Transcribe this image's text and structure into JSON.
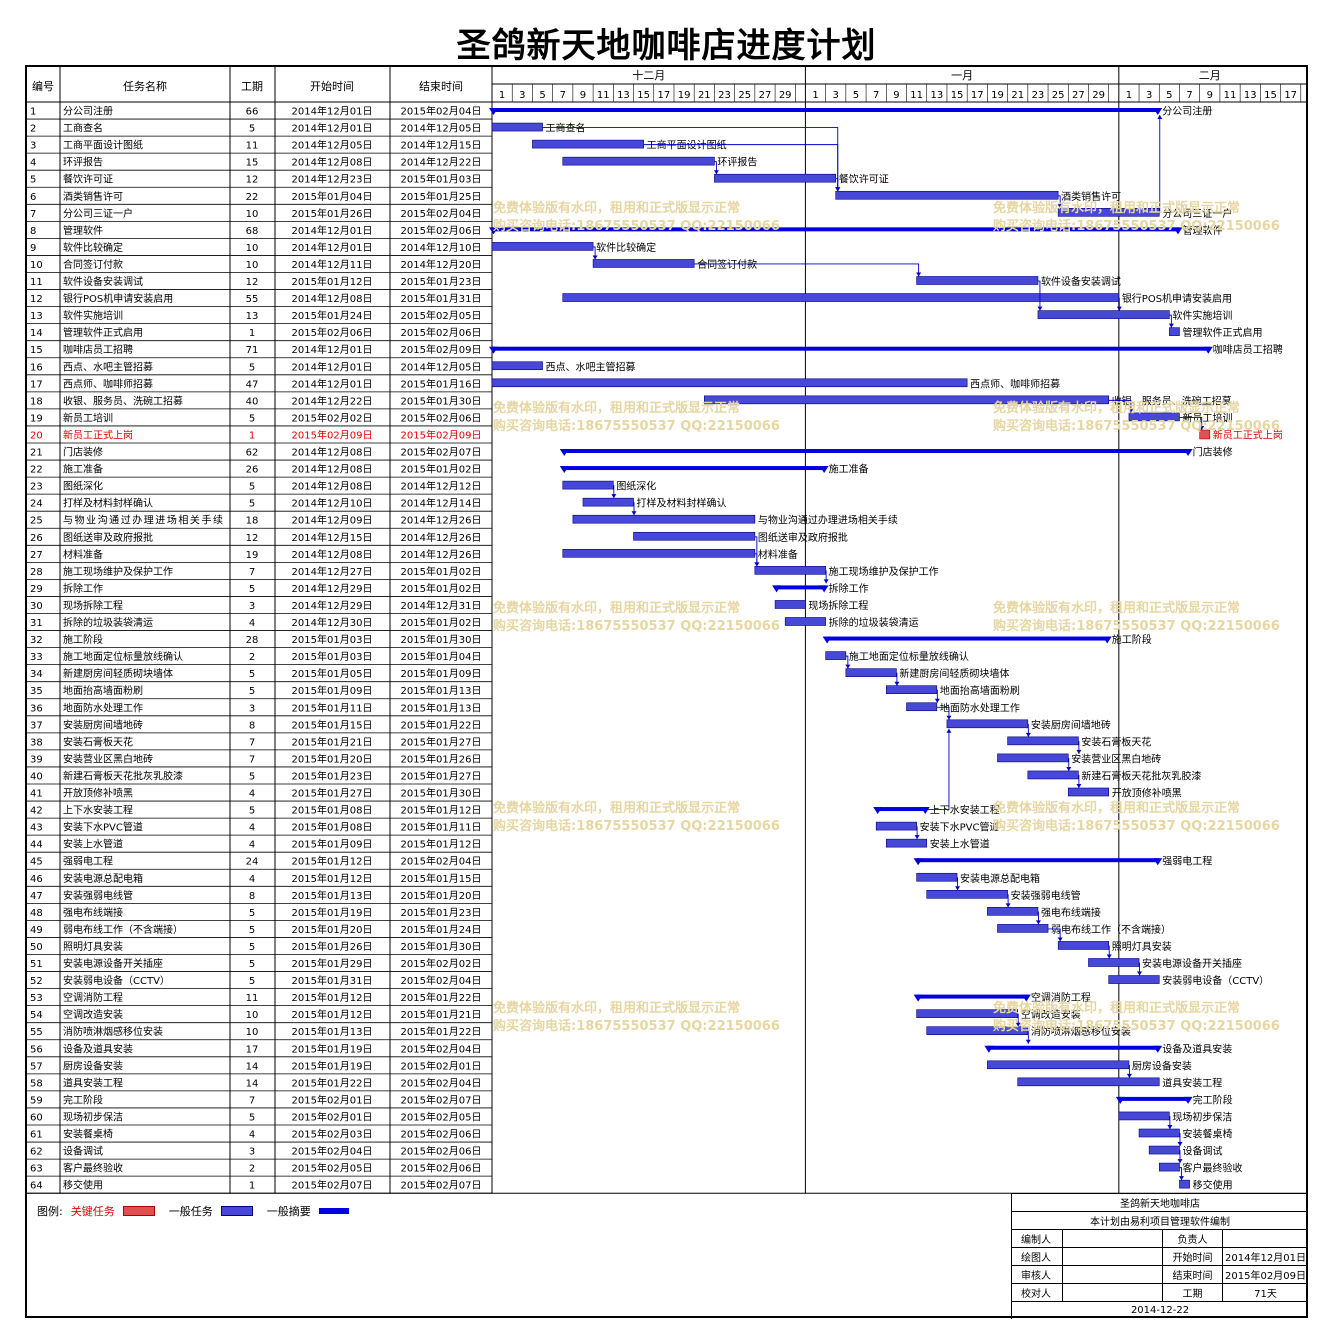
{
  "title": "圣鸽新天地咖啡店进度计划",
  "columns": {
    "id": "编号",
    "name": "任务名称",
    "duration": "工期",
    "start": "开始时间",
    "end": "结束时间"
  },
  "months": [
    "十二月",
    "一月",
    "二月"
  ],
  "day_ticks": {
    "dec": [
      "1",
      "3",
      "5",
      "7",
      "9",
      "11",
      "13",
      "15",
      "17",
      "19",
      "21",
      "23",
      "25",
      "27",
      "29"
    ],
    "jan": [
      "1",
      "3",
      "5",
      "7",
      "9",
      "11",
      "13",
      "15",
      "17",
      "19",
      "21",
      "23",
      "25",
      "27",
      "29"
    ],
    "feb": [
      "1",
      "3",
      "5",
      "7",
      "9",
      "11",
      "13",
      "15",
      "17"
    ]
  },
  "watermark": {
    "line1": "免费体验版有水印，租用和正式版显示正常",
    "line2": "购买咨询电话:18675550537 QQ:22150066"
  },
  "legend": {
    "label": "图例:",
    "critical": "关键任务",
    "normal": "一般任务",
    "summary": "一般摘要"
  },
  "info": {
    "project": "圣鸽新天地咖啡店",
    "software": "本计划由易利项目管理软件编制",
    "editor_label": "编制人",
    "responsible_label": "负责人",
    "drawer_label": "绘图人",
    "start_label": "开始时间",
    "start": "2014年12月01日",
    "reviewer_label": "审核人",
    "end_label": "结束时间",
    "end": "2015年02月09日",
    "checker_label": "校对人",
    "duration_label": "工期",
    "duration": "71天",
    "date": "2014-12-22"
  },
  "colors": {
    "bar": "#4848d8",
    "summary": "#0000e0",
    "critical": "#e05050",
    "link": "#0000c8",
    "critical_text": "#e00000"
  },
  "chart_data": {
    "type": "gantt",
    "x_range": [
      "2014-12-01",
      "2015-02-17"
    ],
    "tasks": [
      {
        "id": "1",
        "name": "分公司注册",
        "duration": "66",
        "start": "2014年12月01日",
        "end": "2015年02月04日",
        "kind": "summary"
      },
      {
        "id": "2",
        "name": "工商查名",
        "duration": "5",
        "start": "2014年12月01日",
        "end": "2014年12月05日",
        "kind": "task"
      },
      {
        "id": "3",
        "name": "工商平面设计图纸",
        "duration": "11",
        "start": "2014年12月05日",
        "end": "2014年12月15日",
        "kind": "task"
      },
      {
        "id": "4",
        "name": "环评报告",
        "duration": "15",
        "start": "2014年12月08日",
        "end": "2014年12月22日",
        "kind": "task"
      },
      {
        "id": "5",
        "name": "餐饮许可证",
        "duration": "12",
        "start": "2014年12月23日",
        "end": "2015年01月03日",
        "kind": "task"
      },
      {
        "id": "6",
        "name": "酒类销售许可",
        "duration": "22",
        "start": "2015年01月04日",
        "end": "2015年01月25日",
        "kind": "task"
      },
      {
        "id": "7",
        "name": "分公司三证一户",
        "duration": "10",
        "start": "2015年01月26日",
        "end": "2015年02月04日",
        "kind": "task"
      },
      {
        "id": "8",
        "name": "管理软件",
        "duration": "68",
        "start": "2014年12月01日",
        "end": "2015年02月06日",
        "kind": "summary"
      },
      {
        "id": "9",
        "name": "软件比较确定",
        "duration": "10",
        "start": "2014年12月01日",
        "end": "2014年12月10日",
        "kind": "task"
      },
      {
        "id": "10",
        "name": "合同签订付款",
        "duration": "10",
        "start": "2014年12月11日",
        "end": "2014年12月20日",
        "kind": "task"
      },
      {
        "id": "11",
        "name": "软件设备安装调试",
        "duration": "12",
        "start": "2015年01月12日",
        "end": "2015年01月23日",
        "kind": "task"
      },
      {
        "id": "12",
        "name": "银行POS机申请安装启用",
        "duration": "55",
        "start": "2014年12月08日",
        "end": "2015年01月31日",
        "kind": "task"
      },
      {
        "id": "13",
        "name": "软件实施培训",
        "duration": "13",
        "start": "2015年01月24日",
        "end": "2015年02月05日",
        "kind": "task"
      },
      {
        "id": "14",
        "name": "管理软件正式启用",
        "duration": "1",
        "start": "2015年02月06日",
        "end": "2015年02月06日",
        "kind": "task"
      },
      {
        "id": "15",
        "name": "咖啡店员工招聘",
        "duration": "71",
        "start": "2014年12月01日",
        "end": "2015年02月09日",
        "kind": "summary"
      },
      {
        "id": "16",
        "name": "西点、水吧主管招募",
        "duration": "5",
        "start": "2014年12月01日",
        "end": "2014年12月05日",
        "kind": "task"
      },
      {
        "id": "17",
        "name": "西点师、咖啡师招募",
        "duration": "47",
        "start": "2014年12月01日",
        "end": "2015年01月16日",
        "kind": "task"
      },
      {
        "id": "18",
        "name": "收银、服务员、洗碗工招募",
        "duration": "40",
        "start": "2014年12月22日",
        "end": "2015年01月30日",
        "kind": "task"
      },
      {
        "id": "19",
        "name": "新员工培训",
        "duration": "5",
        "start": "2015年02月02日",
        "end": "2015年02月06日",
        "kind": "task"
      },
      {
        "id": "20",
        "name": "新员工正式上岗",
        "duration": "1",
        "start": "2015年02月09日",
        "end": "2015年02月09日",
        "kind": "critical"
      },
      {
        "id": "21",
        "name": "门店装修",
        "duration": "62",
        "start": "2014年12月08日",
        "end": "2015年02月07日",
        "kind": "summary"
      },
      {
        "id": "22",
        "name": "施工准备",
        "duration": "26",
        "start": "2014年12月08日",
        "end": "2015年01月02日",
        "kind": "summary"
      },
      {
        "id": "23",
        "name": "图纸深化",
        "duration": "5",
        "start": "2014年12月08日",
        "end": "2014年12月12日",
        "kind": "task"
      },
      {
        "id": "24",
        "name": "打样及材料封样确认",
        "duration": "5",
        "start": "2014年12月10日",
        "end": "2014年12月14日",
        "kind": "task"
      },
      {
        "id": "25",
        "name": "与物业沟通过办理进场相关手续",
        "duration": "18",
        "start": "2014年12月09日",
        "end": "2014年12月26日",
        "kind": "task"
      },
      {
        "id": "26",
        "name": "图纸送审及政府报批",
        "duration": "12",
        "start": "2014年12月15日",
        "end": "2014年12月26日",
        "kind": "task"
      },
      {
        "id": "27",
        "name": "材料准备",
        "duration": "19",
        "start": "2014年12月08日",
        "end": "2014年12月26日",
        "kind": "task"
      },
      {
        "id": "28",
        "name": "施工现场维护及保护工作",
        "duration": "7",
        "start": "2014年12月27日",
        "end": "2015年01月02日",
        "kind": "task"
      },
      {
        "id": "29",
        "name": "拆除工作",
        "duration": "5",
        "start": "2014年12月29日",
        "end": "2015年01月02日",
        "kind": "summary"
      },
      {
        "id": "30",
        "name": "现场拆除工程",
        "duration": "3",
        "start": "2014年12月29日",
        "end": "2014年12月31日",
        "kind": "task"
      },
      {
        "id": "31",
        "name": "拆除的垃圾装袋清运",
        "duration": "4",
        "start": "2014年12月30日",
        "end": "2015年01月02日",
        "kind": "task"
      },
      {
        "id": "32",
        "name": "施工阶段",
        "duration": "28",
        "start": "2015年01月03日",
        "end": "2015年01月30日",
        "kind": "summary"
      },
      {
        "id": "33",
        "name": "施工地面定位标量放线确认",
        "duration": "2",
        "start": "2015年01月03日",
        "end": "2015年01月04日",
        "kind": "task"
      },
      {
        "id": "34",
        "name": "新建厨房间轻质砌块墙体",
        "duration": "5",
        "start": "2015年01月05日",
        "end": "2015年01月09日",
        "kind": "task"
      },
      {
        "id": "35",
        "name": "地面抬高墙面粉刷",
        "duration": "5",
        "start": "2015年01月09日",
        "end": "2015年01月13日",
        "kind": "task"
      },
      {
        "id": "36",
        "name": "地面防水处理工作",
        "duration": "3",
        "start": "2015年01月11日",
        "end": "2015年01月13日",
        "kind": "task"
      },
      {
        "id": "37",
        "name": "安装厨房间墙地砖",
        "duration": "8",
        "start": "2015年01月15日",
        "end": "2015年01月22日",
        "kind": "task"
      },
      {
        "id": "38",
        "name": "安装石膏板天花",
        "duration": "7",
        "start": "2015年01月21日",
        "end": "2015年01月27日",
        "kind": "task"
      },
      {
        "id": "39",
        "name": "安装营业区黑白地砖",
        "duration": "7",
        "start": "2015年01月20日",
        "end": "2015年01月26日",
        "kind": "task"
      },
      {
        "id": "40",
        "name": "新建石膏板天花批灰乳胶漆",
        "duration": "5",
        "start": "2015年01月23日",
        "end": "2015年01月27日",
        "kind": "task"
      },
      {
        "id": "41",
        "name": "开放顶修补喷黑",
        "duration": "4",
        "start": "2015年01月27日",
        "end": "2015年01月30日",
        "kind": "task"
      },
      {
        "id": "42",
        "name": "上下水安装工程",
        "duration": "5",
        "start": "2015年01月08日",
        "end": "2015年01月12日",
        "kind": "summary"
      },
      {
        "id": "43",
        "name": "安装下水PVC管道",
        "duration": "4",
        "start": "2015年01月08日",
        "end": "2015年01月11日",
        "kind": "task"
      },
      {
        "id": "44",
        "name": "安装上水管道",
        "duration": "4",
        "start": "2015年01月09日",
        "end": "2015年01月12日",
        "kind": "task"
      },
      {
        "id": "45",
        "name": "强弱电工程",
        "duration": "24",
        "start": "2015年01月12日",
        "end": "2015年02月04日",
        "kind": "summary"
      },
      {
        "id": "46",
        "name": "安装电源总配电箱",
        "duration": "4",
        "start": "2015年01月12日",
        "end": "2015年01月15日",
        "kind": "task"
      },
      {
        "id": "47",
        "name": "安装强弱电线管",
        "duration": "8",
        "start": "2015年01月13日",
        "end": "2015年01月20日",
        "kind": "task"
      },
      {
        "id": "48",
        "name": "强电布线端接",
        "duration": "5",
        "start": "2015年01月19日",
        "end": "2015年01月23日",
        "kind": "task"
      },
      {
        "id": "49",
        "name": "弱电布线工作（不含端接）",
        "duration": "5",
        "start": "2015年01月20日",
        "end": "2015年01月24日",
        "kind": "task"
      },
      {
        "id": "50",
        "name": "照明灯具安装",
        "duration": "5",
        "start": "2015年01月26日",
        "end": "2015年01月30日",
        "kind": "task"
      },
      {
        "id": "51",
        "name": "安装电源设备开关插座",
        "duration": "5",
        "start": "2015年01月29日",
        "end": "2015年02月02日",
        "kind": "task"
      },
      {
        "id": "52",
        "name": "安装弱电设备（CCTV）",
        "duration": "5",
        "start": "2015年01月31日",
        "end": "2015年02月04日",
        "kind": "task"
      },
      {
        "id": "53",
        "name": "空调消防工程",
        "duration": "11",
        "start": "2015年01月12日",
        "end": "2015年01月22日",
        "kind": "summary"
      },
      {
        "id": "54",
        "name": "空调改造安装",
        "duration": "10",
        "start": "2015年01月12日",
        "end": "2015年01月21日",
        "kind": "task"
      },
      {
        "id": "55",
        "name": "消防喷淋烟感移位安装",
        "duration": "10",
        "start": "2015年01月13日",
        "end": "2015年01月22日",
        "kind": "task"
      },
      {
        "id": "56",
        "name": "设备及道具安装",
        "duration": "17",
        "start": "2015年01月19日",
        "end": "2015年02月04日",
        "kind": "summary"
      },
      {
        "id": "57",
        "name": "厨房设备安装",
        "duration": "14",
        "start": "2015年01月19日",
        "end": "2015年02月01日",
        "kind": "task"
      },
      {
        "id": "58",
        "name": "道具安装工程",
        "duration": "14",
        "start": "2015年01月22日",
        "end": "2015年02月04日",
        "kind": "task"
      },
      {
        "id": "59",
        "name": "完工阶段",
        "duration": "7",
        "start": "2015年02月01日",
        "end": "2015年02月07日",
        "kind": "summary"
      },
      {
        "id": "60",
        "name": "现场初步保洁",
        "duration": "5",
        "start": "2015年02月01日",
        "end": "2015年02月05日",
        "kind": "task"
      },
      {
        "id": "61",
        "name": "安装餐桌椅",
        "duration": "4",
        "start": "2015年02月03日",
        "end": "2015年02月06日",
        "kind": "task"
      },
      {
        "id": "62",
        "name": "设备调试",
        "duration": "3",
        "start": "2015年02月04日",
        "end": "2015年02月06日",
        "kind": "task"
      },
      {
        "id": "63",
        "name": "客户最终验收",
        "duration": "2",
        "start": "2015年02月05日",
        "end": "2015年02月06日",
        "kind": "task"
      },
      {
        "id": "64",
        "name": "移交使用",
        "duration": "1",
        "start": "2015年02月07日",
        "end": "2015年02月07日",
        "kind": "milestone"
      }
    ],
    "links": [
      [
        "2",
        "6"
      ],
      [
        "3",
        "6"
      ],
      [
        "4",
        "5"
      ],
      [
        "5",
        "6"
      ],
      [
        "6",
        "7"
      ],
      [
        "7",
        "1"
      ],
      [
        "9",
        "10"
      ],
      [
        "10",
        "11"
      ],
      [
        "11",
        "13"
      ],
      [
        "12",
        "13"
      ],
      [
        "13",
        "14"
      ],
      [
        "18",
        "19"
      ],
      [
        "19",
        "20"
      ],
      [
        "23",
        "24"
      ],
      [
        "24",
        "25"
      ],
      [
        "26",
        "28"
      ],
      [
        "27",
        "28"
      ],
      [
        "28",
        "29"
      ],
      [
        "33",
        "34"
      ],
      [
        "34",
        "35"
      ],
      [
        "35",
        "36"
      ],
      [
        "36",
        "37"
      ],
      [
        "37",
        "38"
      ],
      [
        "38",
        "39"
      ],
      [
        "39",
        "40"
      ],
      [
        "40",
        "41"
      ],
      [
        "42",
        "37"
      ],
      [
        "43",
        "44"
      ],
      [
        "46",
        "47"
      ],
      [
        "47",
        "48"
      ],
      [
        "48",
        "49"
      ],
      [
        "49",
        "50"
      ],
      [
        "50",
        "51"
      ],
      [
        "51",
        "52"
      ],
      [
        "54",
        "55"
      ],
      [
        "55",
        "56"
      ],
      [
        "57",
        "58"
      ],
      [
        "60",
        "61"
      ],
      [
        "61",
        "62"
      ],
      [
        "62",
        "63"
      ],
      [
        "63",
        "64"
      ]
    ]
  }
}
